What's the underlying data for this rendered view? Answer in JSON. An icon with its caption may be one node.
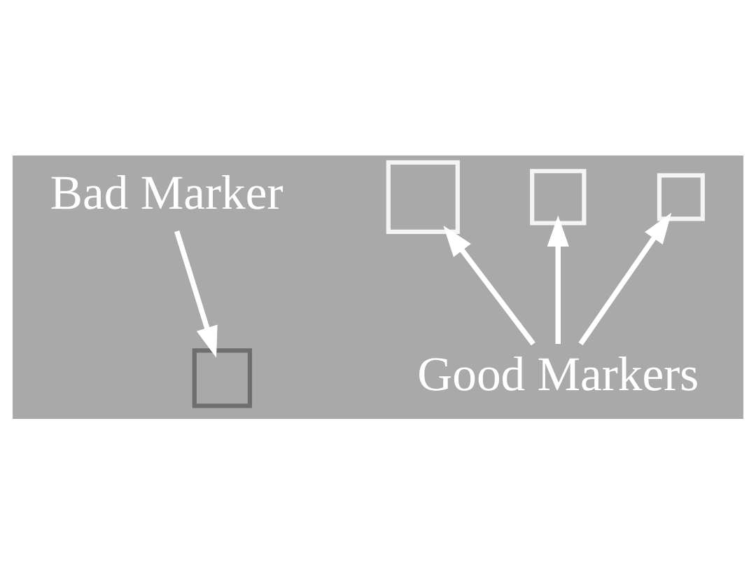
{
  "diagram": {
    "nodes": [
      {
        "text": [
          "Bad Marker"
        ]
      },
      {
        "text": [],
        "shape": "box"
      },
      {
        "text": [],
        "shape": "box"
      },
      {
        "text": [],
        "shape": "box"
      },
      {
        "text": [],
        "shape": "box"
      },
      {
        "text": [
          "Good Markers"
        ]
      }
    ],
    "edges": [
      {
        "from": 0,
        "to": 3,
        "arrow": "to"
      },
      {
        "from": 5,
        "to": 1,
        "arrow": "to"
      },
      {
        "from": 5,
        "to": 2,
        "arrow": "to"
      },
      {
        "from": 5,
        "to": 4,
        "arrow": "to"
      }
    ]
  }
}
